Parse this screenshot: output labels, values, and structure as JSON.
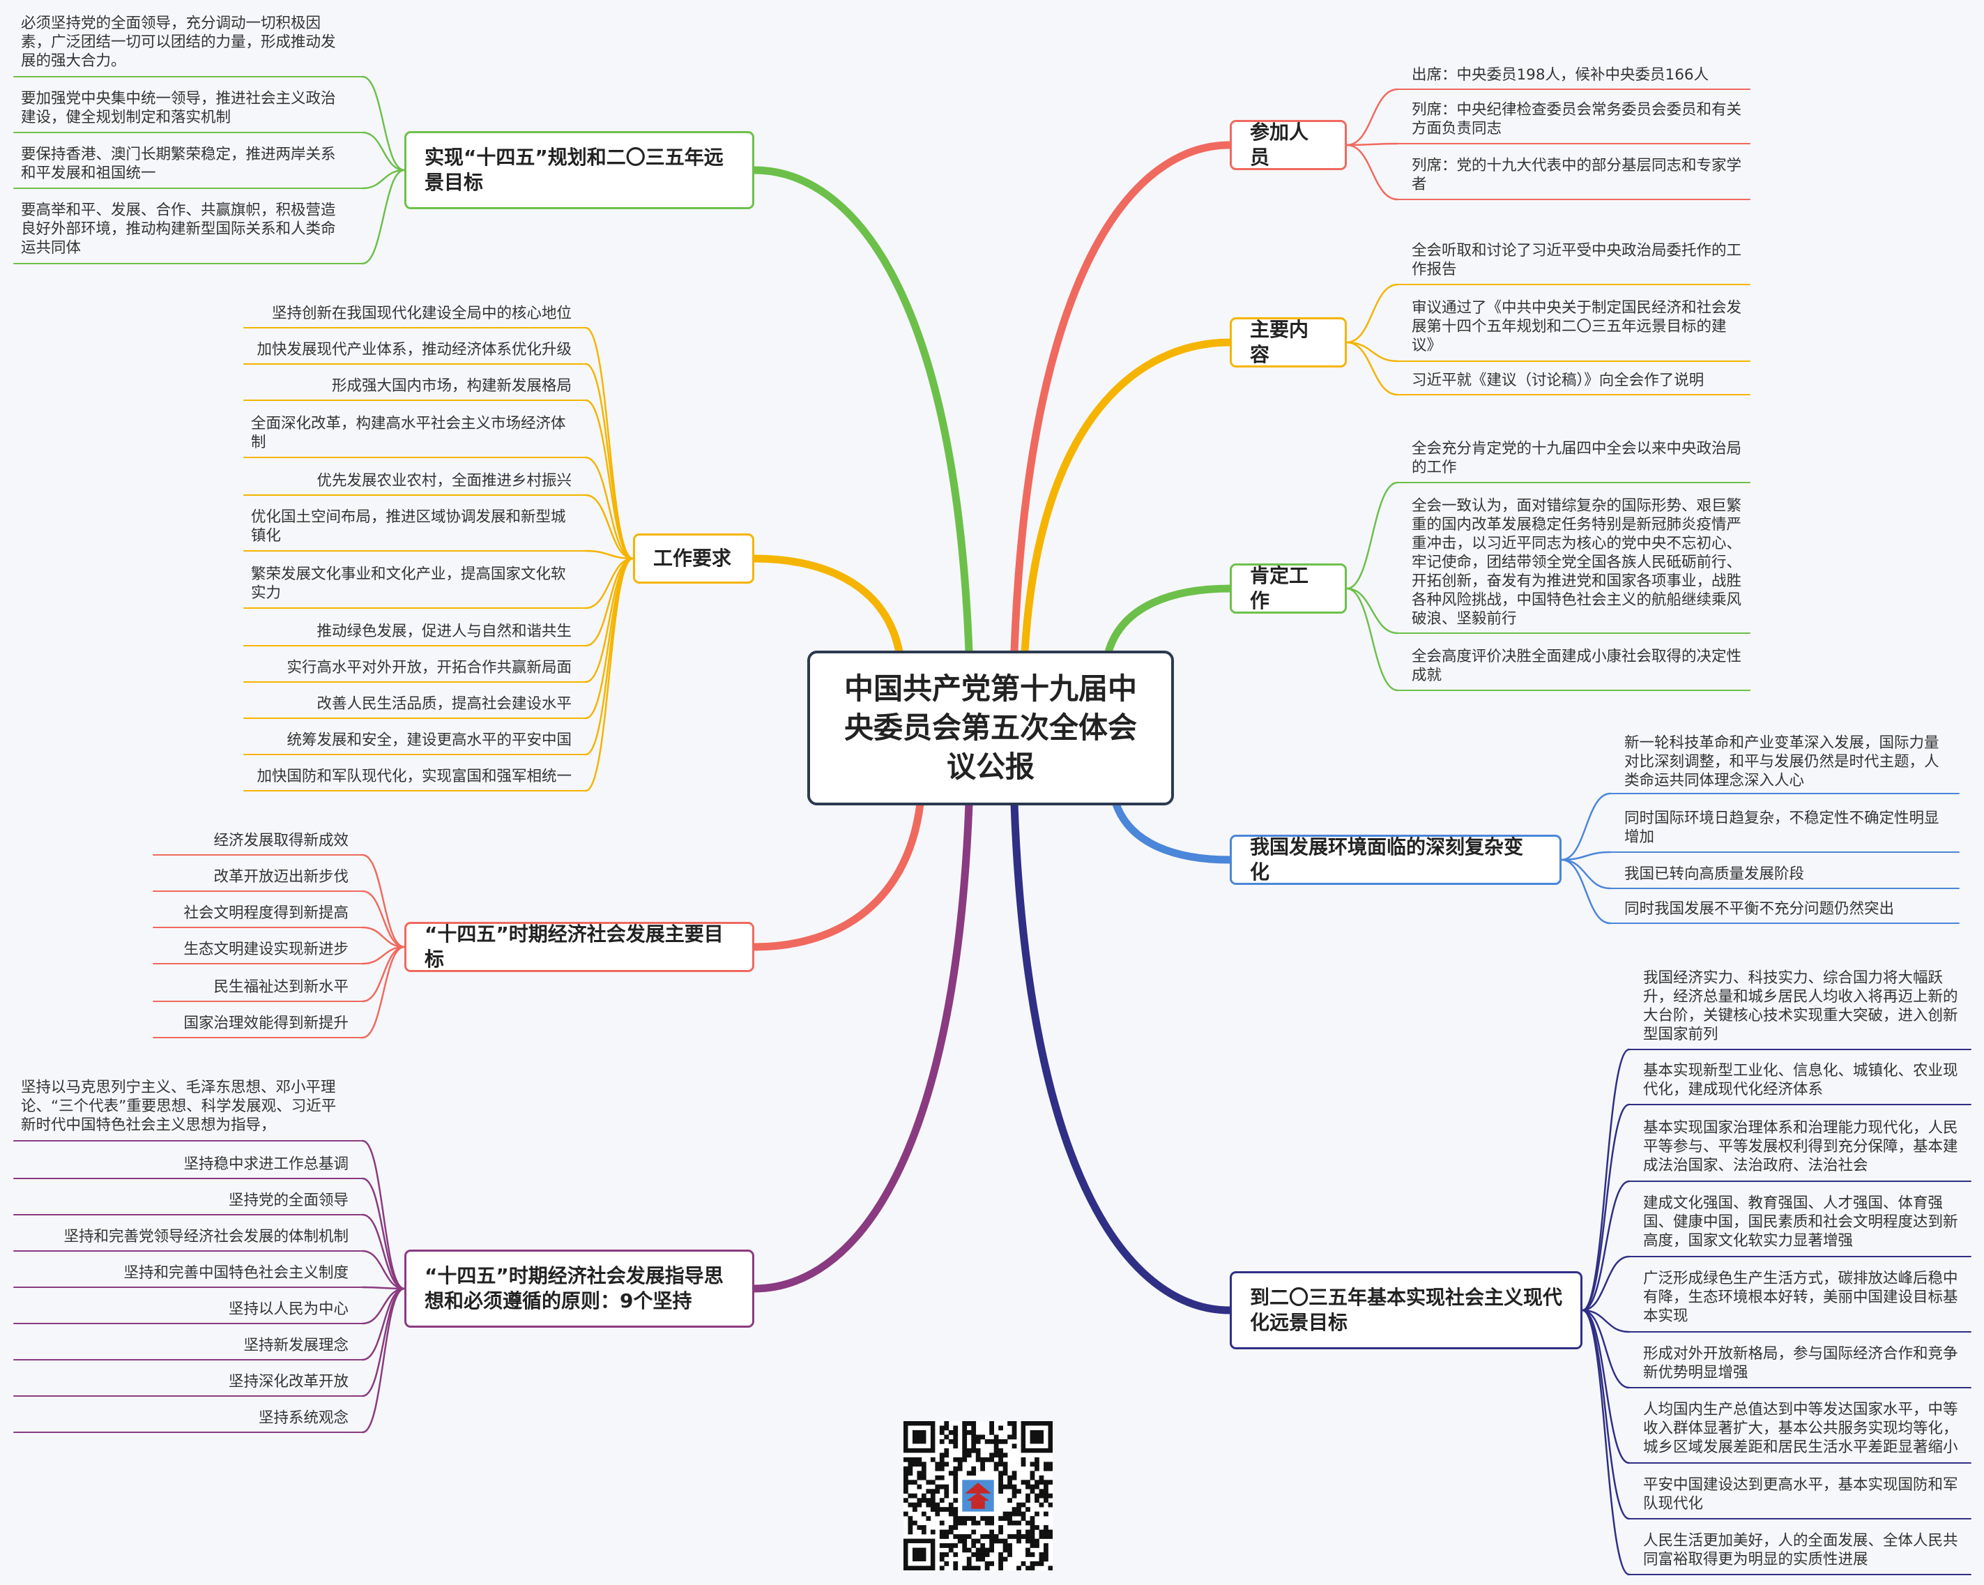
{
  "central": "中国共产党第十九届中央委员会第五次全体会议公报",
  "colors": {
    "participants": "#f0695e",
    "content": "#f5b400",
    "affirm": "#6cc04a",
    "environment": "#4a86d9",
    "vision2035": "#2f2f86",
    "goals2035": "#6cc04a",
    "work": "#f5b400",
    "mainTargets": "#f0695e",
    "principles": "#8a3a80"
  },
  "branches": [
    {
      "key": "participants",
      "side": "right",
      "label": "参加人员",
      "leaves": [
        "出席：中央委员198人，候补中央委员166人",
        "列席：中央纪律检查委员会常务委员会委员和有关方面负责同志",
        "列席：党的十九大代表中的部分基层同志和专家学者"
      ]
    },
    {
      "key": "content",
      "side": "right",
      "label": "主要内容",
      "leaves": [
        "全会听取和讨论了习近平受中央政治局委托作的工作报告",
        "审议通过了《中共中央关于制定国民经济和社会发展第十四个五年规划和二〇三五年远景目标的建议》",
        "习近平就《建议（讨论稿）》向全会作了说明"
      ]
    },
    {
      "key": "affirm",
      "side": "right",
      "label": "肯定工作",
      "leaves": [
        "全会充分肯定党的十九届四中全会以来中央政治局的工作",
        "全会一致认为，面对错综复杂的国际形势、艰巨繁重的国内改革发展稳定任务特别是新冠肺炎疫情严重冲击，以习近平同志为核心的党中央不忘初心、牢记使命，团结带领全党全国各族人民砥砺前行、开拓创新，奋发有为推进党和国家各项事业，战胜各种风险挑战，中国特色社会主义的航船继续乘风破浪、坚毅前行",
        "全会高度评价决胜全面建成小康社会取得的决定性成就"
      ]
    },
    {
      "key": "environment",
      "side": "right",
      "label": "我国发展环境面临的深刻复杂变化",
      "leaves": [
        "新一轮科技革命和产业变革深入发展，国际力量对比深刻调整，和平与发展仍然是时代主题，人类命运共同体理念深入人心",
        "同时国际环境日趋复杂，不稳定性不确定性明显增加",
        "我国已转向高质量发展阶段",
        "同时我国发展不平衡不充分问题仍然突出"
      ]
    },
    {
      "key": "vision2035",
      "side": "right",
      "label": "到二〇三五年基本实现社会主义现代化远景目标",
      "leaves": [
        "我国经济实力、科技实力、综合国力将大幅跃升，经济总量和城乡居民人均收入将再迈上新的大台阶，关键核心技术实现重大突破，进入创新型国家前列",
        "基本实现新型工业化、信息化、城镇化、农业现代化，建成现代化经济体系",
        "基本实现国家治理体系和治理能力现代化，人民平等参与、平等发展权利得到充分保障，基本建成法治国家、法治政府、法治社会",
        "建成文化强国、教育强国、人才强国、体育强国、健康中国，国民素质和社会文明程度达到新高度，国家文化软实力显著增强",
        "广泛形成绿色生产生活方式，碳排放达峰后稳中有降，生态环境根本好转，美丽中国建设目标基本实现",
        "形成对外开放新格局，参与国际经济合作和竞争新优势明显增强",
        "人均国内生产总值达到中等发达国家水平，中等收入群体显著扩大，基本公共服务实现均等化，城乡区域发展差距和居民生活水平差距显著缩小",
        "平安中国建设达到更高水平，基本实现国防和军队现代化",
        "人民生活更加美好，人的全面发展、全体人民共同富裕取得更为明显的实质性进展"
      ]
    },
    {
      "key": "goals2035",
      "side": "left",
      "label": "实现“十四五”规划和二〇三五年远景目标",
      "leaves": [
        "必须坚持党的全面领导，充分调动一切积极因素，广泛团结一切可以团结的力量，形成推动发展的强大合力。",
        "要加强党中央集中统一领导，推进社会主义政治建设，健全规划制定和落实机制",
        "要保持香港、澳门长期繁荣稳定，推进两岸关系和平发展和祖国统一",
        "要高举和平、发展、合作、共赢旗帜，积极营造良好外部环境，推动构建新型国际关系和人类命运共同体"
      ]
    },
    {
      "key": "work",
      "side": "left",
      "label": "工作要求",
      "leaves": [
        "坚持创新在我国现代化建设全局中的核心地位",
        "加快发展现代产业体系，推动经济体系优化升级",
        "形成强大国内市场，构建新发展格局",
        "全面深化改革，构建高水平社会主义市场经济体制",
        "优先发展农业农村，全面推进乡村振兴",
        "优化国土空间布局，推进区域协调发展和新型城镇化",
        "繁荣发展文化事业和文化产业，提高国家文化软实力",
        "推动绿色发展，促进人与自然和谐共生",
        "实行高水平对外开放，开拓合作共赢新局面",
        "改善人民生活品质，提高社会建设水平",
        "统筹发展和安全，建设更高水平的平安中国",
        "加快国防和军队现代化，实现富国和强军相统一"
      ]
    },
    {
      "key": "mainTargets",
      "side": "left",
      "label": "“十四五”时期经济社会发展主要目标",
      "leaves": [
        "经济发展取得新成效",
        "改革开放迈出新步伐",
        "社会文明程度得到新提高",
        "生态文明建设实现新进步",
        "民生福祉达到新水平",
        "国家治理效能得到新提升"
      ]
    },
    {
      "key": "principles",
      "side": "left",
      "label": "“十四五”时期经济社会发展指导思想和必须遵循的原则：9个坚持",
      "leaves": [
        "坚持以马克思列宁主义、毛泽东思想、邓小平理论、“三个代表”重要思想、科学发展观、习近平新时代中国特色社会主义思想为指导，",
        "坚持稳中求进工作总基调",
        "坚持党的全面领导",
        "坚持和完善党领导经济社会发展的体制机制",
        "坚持和完善中国特色社会主义制度",
        "坚持以人民为中心",
        "坚持新发展理念",
        "坚持深化改革开放",
        "坚持系统观念"
      ]
    }
  ]
}
